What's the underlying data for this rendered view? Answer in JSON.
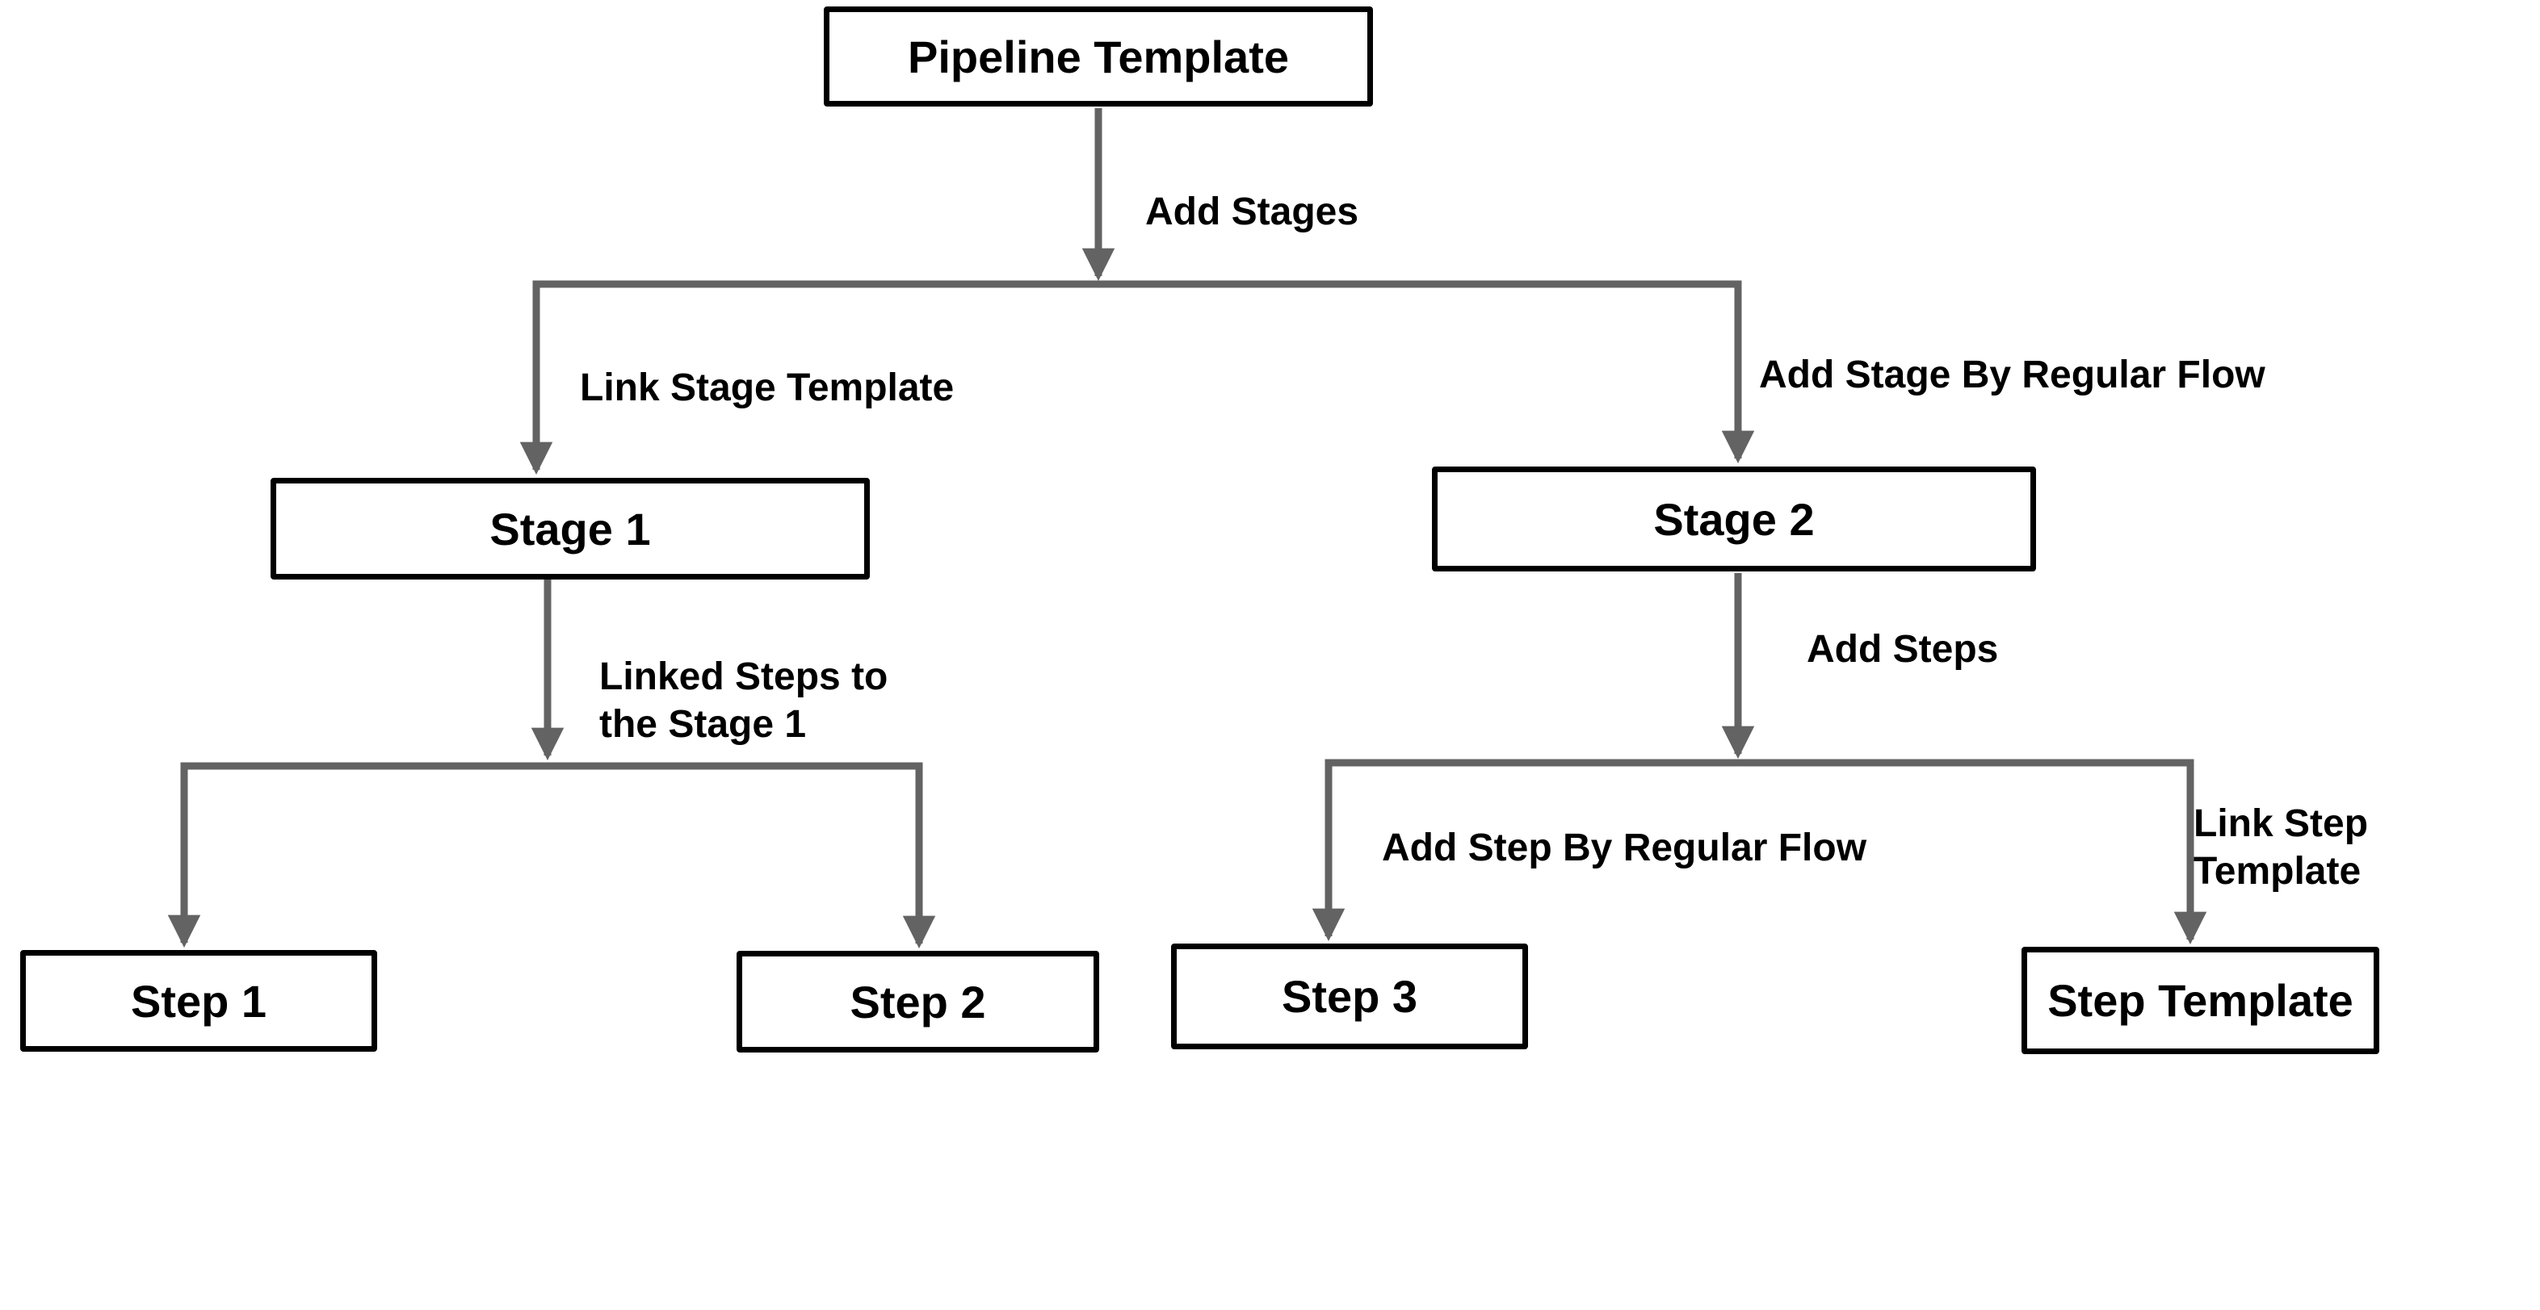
{
  "diagram": {
    "nodes": {
      "pipeline_template": {
        "label": "Pipeline Template"
      },
      "stage_1": {
        "label": "Stage 1"
      },
      "stage_2": {
        "label": "Stage 2"
      },
      "step_1": {
        "label": "Step 1"
      },
      "step_2": {
        "label": "Step 2"
      },
      "step_3": {
        "label": "Step 3"
      },
      "step_template": {
        "label": "Step Template"
      }
    },
    "edge_labels": {
      "add_stages": {
        "label": "Add Stages"
      },
      "link_stage_template": {
        "label": "Link Stage Template"
      },
      "add_stage_by_regular_flow": {
        "label": "Add Stage By Regular Flow"
      },
      "linked_steps_to_the_stage_1": {
        "label": "Linked Steps to\nthe Stage 1"
      },
      "add_steps": {
        "label": "Add Steps"
      },
      "add_step_by_regular_flow": {
        "label": "Add Step By Regular Flow"
      },
      "link_step_template": {
        "label": "Link Step Template"
      }
    },
    "colors": {
      "connector": "#636363",
      "node_border": "#000000",
      "node_fill": "#ffffff",
      "text": "#000000",
      "background": "#ffffff"
    }
  }
}
